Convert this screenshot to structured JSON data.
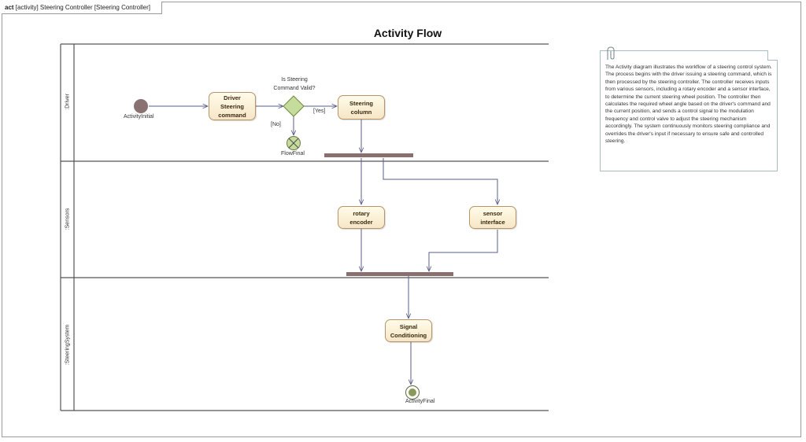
{
  "frame": {
    "keyword": "act",
    "name": "[activity] Steering Controller [Steering Controller]"
  },
  "diagram_title": "Activity Flow",
  "lanes": [
    {
      "label": ":Driver"
    },
    {
      "label": ":Sensors"
    },
    {
      "label": ":SteeringSystem"
    }
  ],
  "nodes": {
    "initial_label": "ActivityInitial",
    "driver_cmd": "Driver Steering command",
    "decision_label": "Is Steering Command Valid?",
    "yes_label": "[Yes]",
    "no_label": "[No]",
    "flow_final_label": "FlowFinal",
    "steering_column": "Steering column",
    "rotary_encoder": "rotary encoder",
    "sensor_interface": "sensor interface",
    "signal_conditioning": "Signal Conditioning",
    "activity_final_label": "ActivityFinal"
  },
  "note": {
    "text": "The Activity diagram illustrates the workflow of a steering control system. The process begins with the driver issuing a steering command, which is then processed by the steering controller. The controller receives inputs from various sensors, including a rotary encoder and a sensor interface, to determine the current steering wheel position. The controller then calculates the required wheel angle based on the driver's command and the current position, and sends a control signal to the modulation frequency and control valve to adjust the steering mechanism accordingly. The system continuously monitors steering compliance and overrides the driver's input if necessary to ensure safe and controlled steering."
  },
  "colors": {
    "node_fill": "#f6e6c6",
    "node_border": "#b8946a",
    "decision_fill": "#c6dc9c",
    "bar": "#8a6f6f",
    "initial": "#8a7272",
    "edge": "#5a5f8a"
  }
}
